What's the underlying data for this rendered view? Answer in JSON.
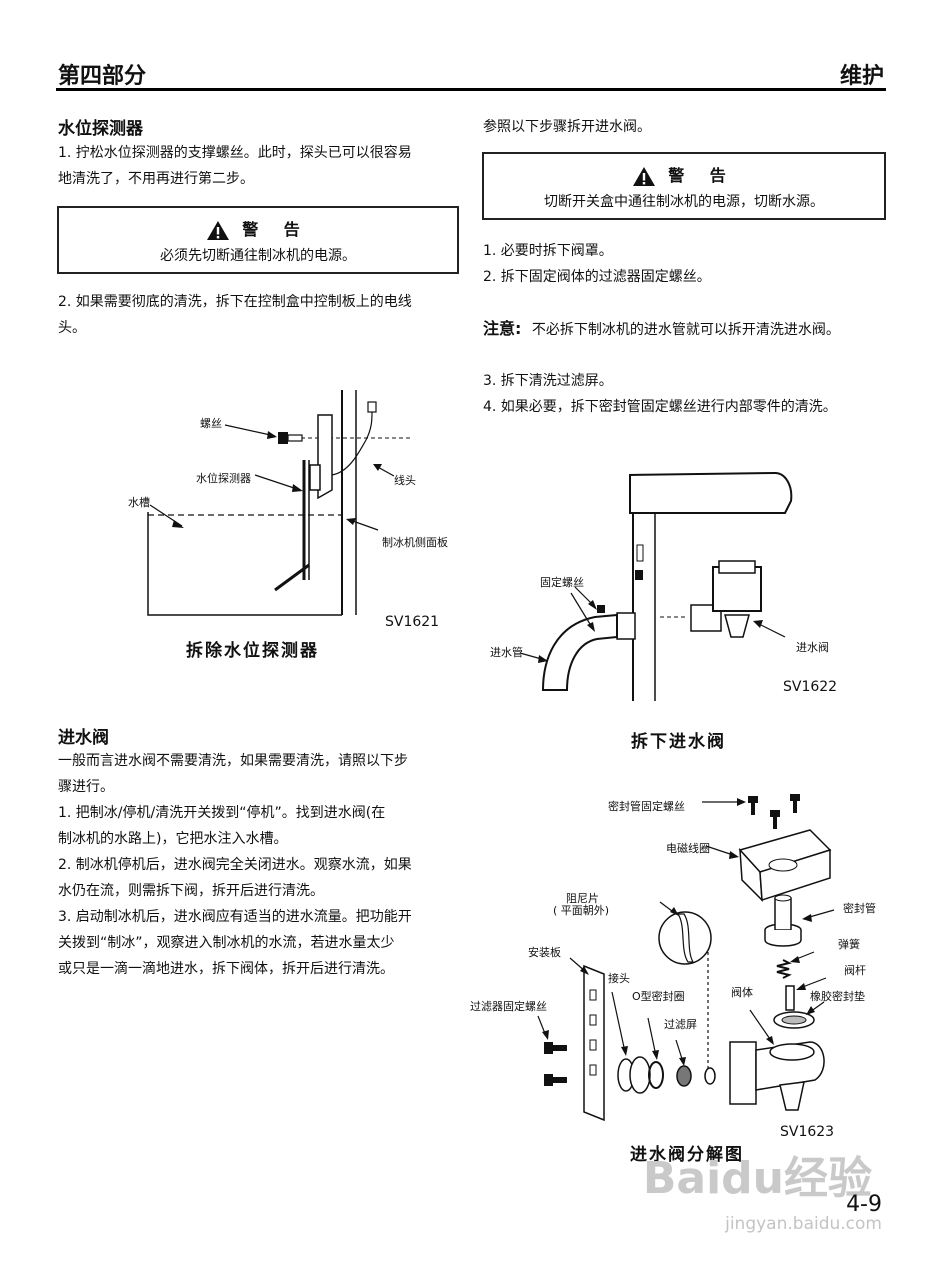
{
  "header": {
    "left": "第四部分",
    "right": "维护"
  },
  "left": {
    "section1_title": "水位探测器",
    "step1": "1.  拧松水位探测器的支撑螺丝。此时，探头已可以很容易",
    "step1_cont": "地清洗了，不用再进行第二步。",
    "warning1_head": "警 告",
    "warning1_text": "必须先切断通往制冰机的电源。",
    "step2": "2.  如果需要彻底的清洗，拆下在控制盒中控制板上的电线",
    "step2_cont": "头。",
    "fig1": {
      "label_screw": "螺丝",
      "label_probe": "水位探测器",
      "label_tank": "水槽",
      "label_wire": "线头",
      "label_panel": "制冰机侧面板",
      "code": "SV1621",
      "caption": "拆除水位探测器"
    },
    "section2_title": "进水阀",
    "intro1": "一般而言进水阀不需要清洗，如果需要清洗，请照以下步",
    "intro2": "骤进行。",
    "s1a": "1.  把制冰/停机/清洗开关拨到“停机”。找到进水阀(在",
    "s1b": "制冰机的水路上)，它把水注入水槽。",
    "s2a": "2.  制冰机停机后，进水阀完全关闭进水。观察水流，如果",
    "s2b": "水仍在流，则需拆下阀，拆开后进行清洗。",
    "s3a": "3.  启动制冰机后，进水阀应有适当的进水流量。把功能开",
    "s3b": "关拨到“制冰”，观察进入制冰机的水流，若进水量太少",
    "s3c": "或只是一滴一滴地进水，拆下阀体，拆开后进行清洗。"
  },
  "right": {
    "intro": "参照以下步骤拆开进水阀。",
    "warning2_head": "警 告",
    "warning2_text": "切断开关盒中通往制冰机的电源，切断水源。",
    "r1": "1.  必要时拆下阀罩。",
    "r2": "2.  拆下固定阀体的过滤器固定螺丝。",
    "note_label": "注意:",
    "note_text": "不必拆下制冰机的进水管就可以拆开清洗进水阀。",
    "r3": "3.  拆下清洗过滤屏。",
    "r4": "4.  如果必要，拆下密封管固定螺丝进行内部零件的清洗。",
    "fig2": {
      "label_screw": "固定螺丝",
      "label_pipe": "进水管",
      "label_valve": "进水阀",
      "code": "SV1622",
      "caption": "拆下进水阀"
    },
    "fig3": {
      "label_seal_screw": "密封管固定螺丝",
      "label_coil": "电磁线圈",
      "label_damper": "阻尼片",
      "label_damper2": "( 平面朝外)",
      "label_seal_tube": "密封管",
      "label_spring": "弹簧",
      "label_plate": "安装板",
      "label_stem": "阀杆",
      "label_joint": "接头",
      "label_body": "阀体",
      "label_gasket": "橡胶密封垫",
      "label_oring": "O型密封圈",
      "label_filter_screw": "过滤器固定螺丝",
      "label_screen": "过滤屏",
      "code": "SV1623",
      "caption": "进水阀分解图"
    }
  },
  "footer": {
    "page_number": "4-9",
    "watermark": "Baidu经验",
    "watermark_url": "jingyan.baidu.com"
  }
}
